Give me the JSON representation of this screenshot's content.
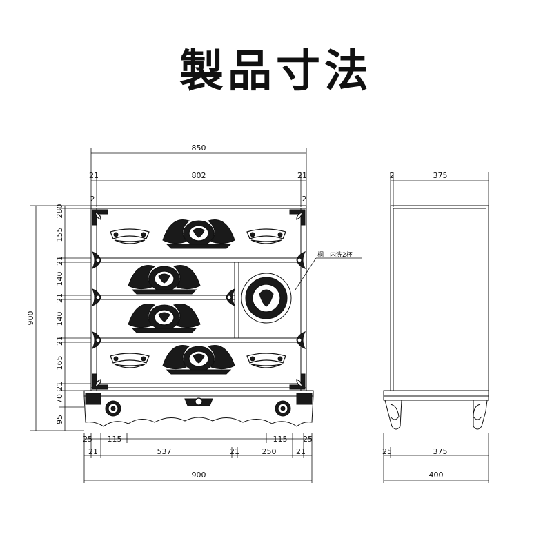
{
  "title": "製品寸法",
  "front": {
    "width_top": "850",
    "inner_width": "802",
    "side_left": "21",
    "side_right": "21",
    "top_left_small": "2",
    "top_right_small": "2",
    "heights": [
      "280",
      "155",
      "21",
      "140",
      "21",
      "140",
      "21",
      "165",
      "21",
      "70",
      "95"
    ],
    "total_height": "900",
    "note": "桐　内洗2杯",
    "bottom_left_25": "25",
    "bottom_left_115": "115",
    "bottom_right_115": "115",
    "bottom_right_25": "25",
    "bottom_21_a": "21",
    "bottom_537": "537",
    "bottom_21_b": "21",
    "bottom_250": "250",
    "bottom_21_c": "21",
    "total_width": "900"
  },
  "side": {
    "top_small": "2",
    "depth_top": "375",
    "bottom_25": "25",
    "depth_bottom": "375",
    "total_depth": "400"
  }
}
